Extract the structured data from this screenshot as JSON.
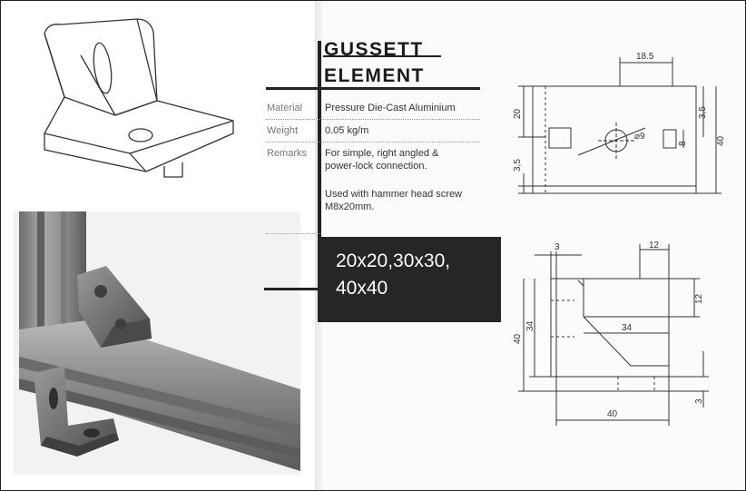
{
  "product": {
    "title_line1": "GUSSETT",
    "title_line2": "ELEMENT"
  },
  "specs": [
    {
      "label": "Material",
      "value": "Pressure Die-Cast Aluminium"
    },
    {
      "label": "Weight",
      "value": "0.05 kg/m"
    },
    {
      "label": "Remarks",
      "value_line1": "For simple, right angled &",
      "value_line2": "power-lock connection.",
      "note_line1": "Used with hammer head screw",
      "note_line2": "M8x20mm."
    }
  ],
  "sizes": {
    "line1": "20x20,30x30,",
    "line2": "40x40"
  },
  "top_drawing": {
    "dims": {
      "width_top": "18.5",
      "height_upper": "20",
      "right_upper": "3,5",
      "hole": "⌀9",
      "slot": "8",
      "total_height": "40",
      "lower": "3,5"
    }
  },
  "bottom_drawing": {
    "dims": {
      "top_left": "3",
      "top_right": "12",
      "right_mid": "12",
      "inner": "34",
      "outer_left": "40",
      "inner_left": "34",
      "bottom_width": "40",
      "bottom_right": "3"
    }
  },
  "colors": {
    "ink": "#222222",
    "badge_bg": "#262626",
    "badge_text": "#ffffff",
    "label": "#777777"
  }
}
